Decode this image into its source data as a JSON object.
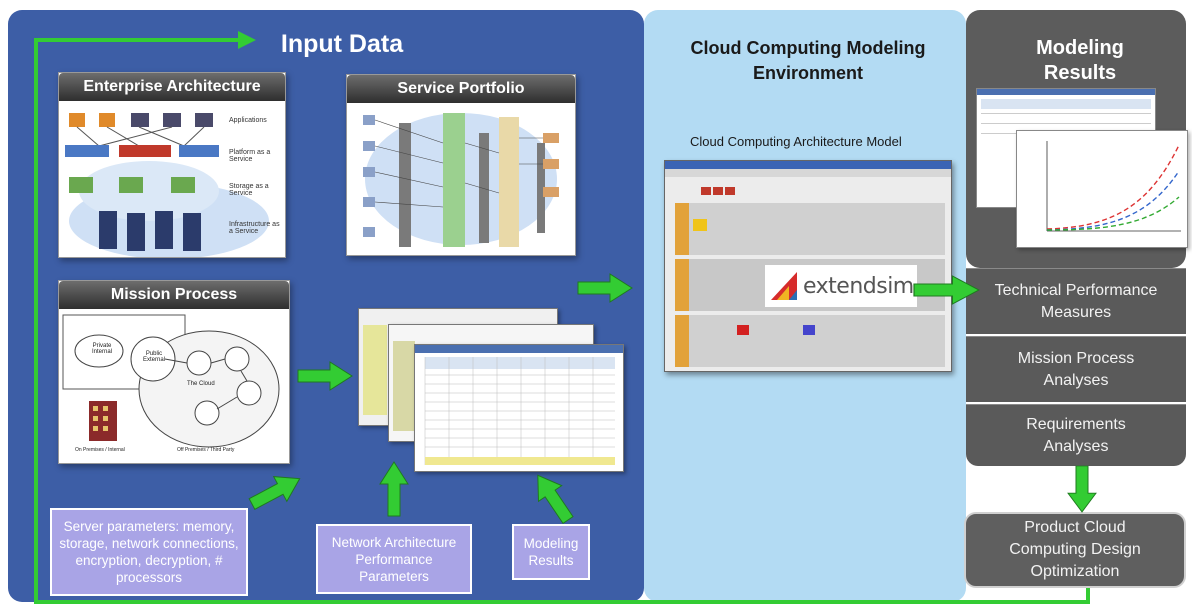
{
  "input": {
    "title": "Input Data",
    "enterprise": {
      "title": "Enterprise Architecture",
      "labels": [
        "Applications",
        "Platform as a Service",
        "Storage as a Service",
        "Infrastructure as a Service"
      ]
    },
    "service": {
      "title": "Service Portfolio"
    },
    "mission": {
      "title": "Mission Process",
      "labels": [
        "Private Internal",
        "Public External",
        "The Cloud",
        "On Premises / Internal",
        "Off Premises / Third Party"
      ]
    },
    "params": {
      "server": "Server parameters: memory, storage, network connections, encryption, decryption, # processors",
      "network": "Network Architecture Performance Parameters",
      "modeling": "Modeling Results"
    }
  },
  "cloud": {
    "title": "Cloud Computing Modeling Environment",
    "model_label": "Cloud Computing Architecture Model",
    "logo_text": "extendsim"
  },
  "results": {
    "title": "Modeling Results",
    "items": [
      "Technical Performance Measures",
      "Mission Process Analyses",
      "Requirements Analyses"
    ],
    "final": "Product Cloud Computing Design Optimization"
  },
  "colors": {
    "input_panel": "#3d5ea6",
    "cloud_panel": "#b3dbf3",
    "results_panel": "#5c5c5c",
    "arrow": "#33cc33",
    "param_box": "#a9a4e6"
  }
}
